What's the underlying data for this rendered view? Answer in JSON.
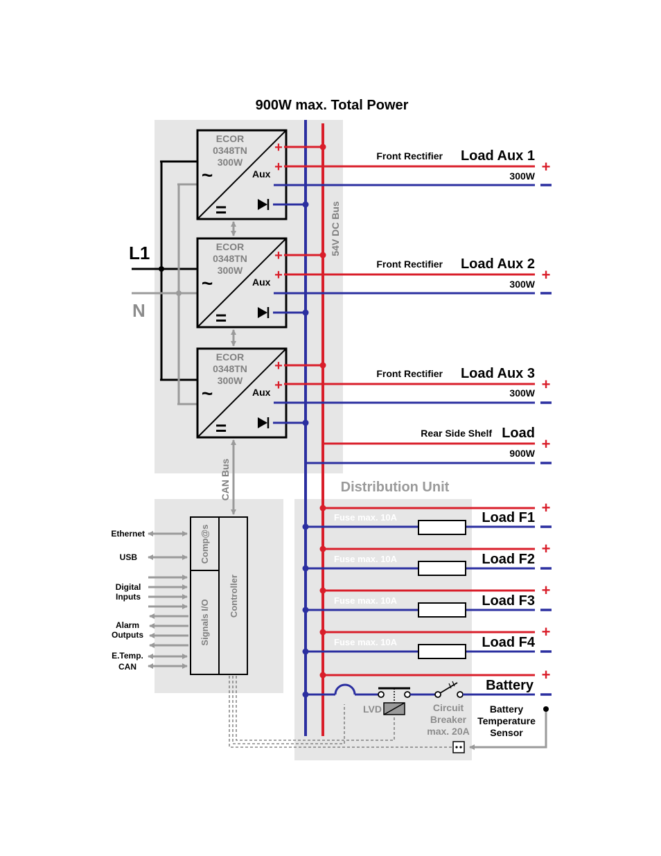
{
  "title": "900W max. Total Power",
  "mains": {
    "l1": "L1",
    "n": "N"
  },
  "dc_bus_label": "54V DC Bus",
  "can_bus_label": "CAN Bus",
  "rectifiers": [
    {
      "name": "ECOR",
      "model": "0348TN",
      "power": "300W",
      "aux": "Aux",
      "ac_symbol": "~",
      "dc_symbol": "="
    },
    {
      "name": "ECOR",
      "model": "0348TN",
      "power": "300W",
      "aux": "Aux",
      "ac_symbol": "~",
      "dc_symbol": "="
    },
    {
      "name": "ECOR",
      "model": "0348TN",
      "power": "300W",
      "aux": "Aux",
      "ac_symbol": "~",
      "dc_symbol": "="
    }
  ],
  "aux_loads": [
    {
      "source": "Front Rectifier",
      "name": "Load Aux 1",
      "power": "300W"
    },
    {
      "source": "Front Rectifier",
      "name": "Load Aux 2",
      "power": "300W"
    },
    {
      "source": "Front Rectifier",
      "name": "Load Aux 3",
      "power": "300W"
    },
    {
      "source": "Rear Side Shelf",
      "name": "Load",
      "power": "900W"
    }
  ],
  "distribution": {
    "title": "Distribution Unit",
    "fuses": [
      {
        "fuse": "Fuse max. 10A",
        "load": "Load F1"
      },
      {
        "fuse": "Fuse max. 10A",
        "load": "Load F2"
      },
      {
        "fuse": "Fuse max. 10A",
        "load": "Load F3"
      },
      {
        "fuse": "Fuse max. 10A",
        "load": "Load F4"
      }
    ],
    "battery": "Battery",
    "lvd": "LVD",
    "breaker": [
      "Circuit",
      "Breaker",
      "max. 20A"
    ],
    "temp_sensor": [
      "Battery",
      "Temperature",
      "Sensor"
    ]
  },
  "polarity": {
    "plus": "+",
    "minus": "−"
  },
  "controller": {
    "module_compas": "Comp@s",
    "module_signals": "Signals I/O",
    "module_controller": "Controller",
    "io": {
      "ethernet": "Ethernet",
      "usb": "USB",
      "digital_inputs": [
        "Digital",
        "Inputs"
      ],
      "alarm_outputs": [
        "Alarm",
        "Outputs"
      ],
      "etemp_can": [
        "E.Temp.",
        "CAN"
      ]
    }
  },
  "colors": {
    "positive": "#d91e2a",
    "negative": "#2b2fa0",
    "ac": "#000000",
    "neutral": "#9a9a9a",
    "panel": "#e6e6e6"
  }
}
